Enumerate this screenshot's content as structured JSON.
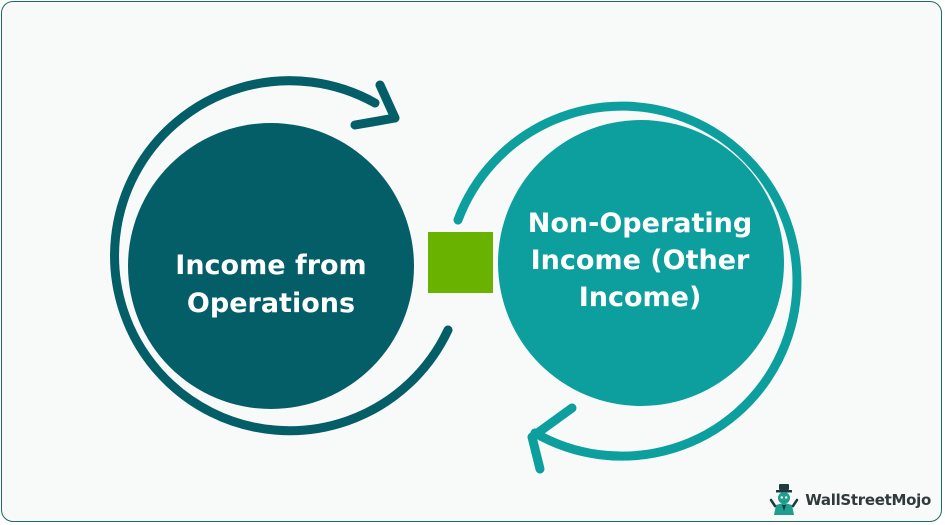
{
  "diagram": {
    "left_circle": {
      "label_lines": [
        "Income from",
        "Operations"
      ],
      "color": "#035e68"
    },
    "right_circle": {
      "label_lines": [
        "Non-Operating",
        "Income (Other",
        "Income)"
      ],
      "color": "#0d9e9e"
    },
    "connector": {
      "color": "#6ab200"
    }
  },
  "brand": {
    "name": "WallStreetMojo",
    "icon": "mascot-logo-icon"
  }
}
